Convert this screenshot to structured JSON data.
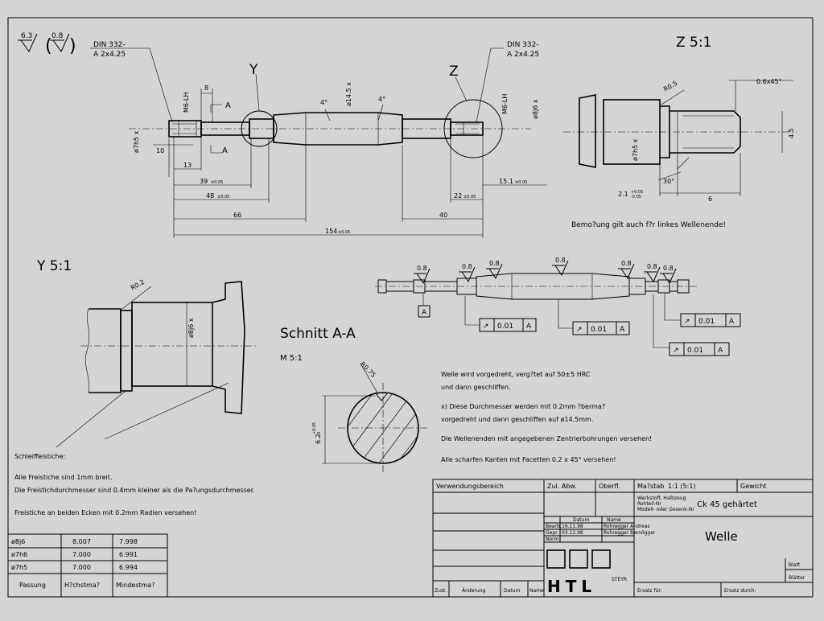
{
  "surface": {
    "top": "6.3",
    "bracket": "0.8"
  },
  "shaft": {
    "din_left": "DIN 332-",
    "din_left2": "A 2x4.25",
    "din_right": "DIN 332-",
    "din_right2": "A 2x4.25",
    "det_y": "Y",
    "det_z": "Z",
    "sec_a1": "A",
    "sec_a2": "A",
    "m6_left": "M6-LH",
    "m6_right": "M6-LH",
    "dim_8": "8",
    "dim_10": "10",
    "dim_13": "13",
    "dim_39": "39",
    "dim_39_tol": "±0.05",
    "dim_48": "48",
    "dim_48_tol": "±0.05",
    "dim_66": "66",
    "dim_40": "40",
    "dim_154": "154",
    "dim_154_tol": "±0.05",
    "dim_22": "22",
    "dim_22_tol": "±0.05",
    "dim_151": "15.1",
    "dim_151_tol": "±0.05",
    "d_7h5": "ø7h5 x",
    "d_145": "ø14.5 x",
    "d_8j6": "ø8j6 x",
    "angle1": "4°",
    "angle2": "4°"
  },
  "detail_z": {
    "title": "Z 5:1",
    "r05": "R0.5",
    "chamfer": "0.6x45°",
    "d45": "4.5",
    "d7h5": "ø7h5 x",
    "angle30": "30°",
    "d21": "2.1",
    "d21_tol1": "+0.05",
    "d21_tol2": "-0.05",
    "d6": "6",
    "note": "Bemo?ung gilt auch f?r linkes Wellenende!"
  },
  "detail_y": {
    "title": "Y 5:1",
    "r02": "R0.2",
    "d8j6": "ø8j6 x"
  },
  "section": {
    "title": "Schnitt A-A",
    "scale": "M 5:1",
    "r075": "R0.75",
    "d62": "6.2",
    "d62_tol1": "+0.05",
    "d62_tol2": "0"
  },
  "roughness_labels": [
    "0.8",
    "0.8",
    "0.8",
    "0.8",
    "0.8",
    "0.8",
    "0.8"
  ],
  "datum": "A",
  "runout": [
    {
      "sym": "↗",
      "val": "0.01",
      "ref": "A"
    },
    {
      "sym": "↗",
      "val": "0.01",
      "ref": "A"
    },
    {
      "sym": "↗",
      "val": "0.01",
      "ref": "A"
    },
    {
      "sym": "↗",
      "val": "0.01",
      "ref": "A"
    }
  ],
  "notes": [
    "Welle wird vorgedreht, verg?tet auf 50±5 HRC",
    "und dann geschliffen.",
    "x) Diese Durchmesser werden mit 0.2mm ?berma?",
    "vorgedreht und dann geschliffen auf ø14.5mm.",
    "Die Wellenenden mit angegebenen Zentrierbohrungen versehen!",
    "Alle scharfen Kanten mit Facetten 0.2 x 45° versehen!"
  ],
  "schleif": {
    "title": "Schleiffeistiche:",
    "lines": [
      "Alle Freistiche sind 1mm breit.",
      "Die Freistichdurchmesser sind 0.4mm kleiner als die Pa?ungsdurchmesser.",
      "Freistiche an beiden Ecken mit 0.2mm Radien versehen!"
    ]
  },
  "fits": {
    "rows": [
      [
        "ø8j6",
        "8.007",
        "7.998"
      ],
      [
        "ø7h6",
        "7.000",
        "6.991"
      ],
      [
        "ø7h5",
        "7.000",
        "6.994"
      ]
    ],
    "header": [
      "Passung",
      "H?chstma?",
      "Mindestma?"
    ]
  },
  "title_block": {
    "verwendung": "Verwendungsbereich",
    "zulabw": "Zul. Abw.",
    "oberfl": "Oberfl.",
    "massstab_lbl": "Ma?stab",
    "massstab": "1:1 (5:1)",
    "gewicht": "Gewicht",
    "werkstoff1": "Werkstoff, Halbzeug",
    "werkstoff2": "Rohteil-Nr",
    "werkstoff3": "Modell- oder Gesenk-Nr",
    "material": "Ck 45 gehärtet",
    "datum": "Datum",
    "name": "Name",
    "bearb": "Bearb.",
    "bearb_date": "16.11.98",
    "bearb_name": "Rohregger Andreas",
    "gepr": "Gepr.",
    "gepr_date": "03.12.98",
    "gepr_name": "Rohregger Bernögger",
    "norm": "Norm",
    "drawing_title": "Welle",
    "blatt": "Blatt",
    "blaetter": "Blätter",
    "school": "STEYR",
    "logo": "HTL",
    "zust": "Zust.",
    "aenderung": "Änderung",
    "datum2": "Datum",
    "name2": "Name",
    "ersatz_fuer": "Ersatz für:",
    "ersatz_durch": "Ersatz durch:"
  }
}
